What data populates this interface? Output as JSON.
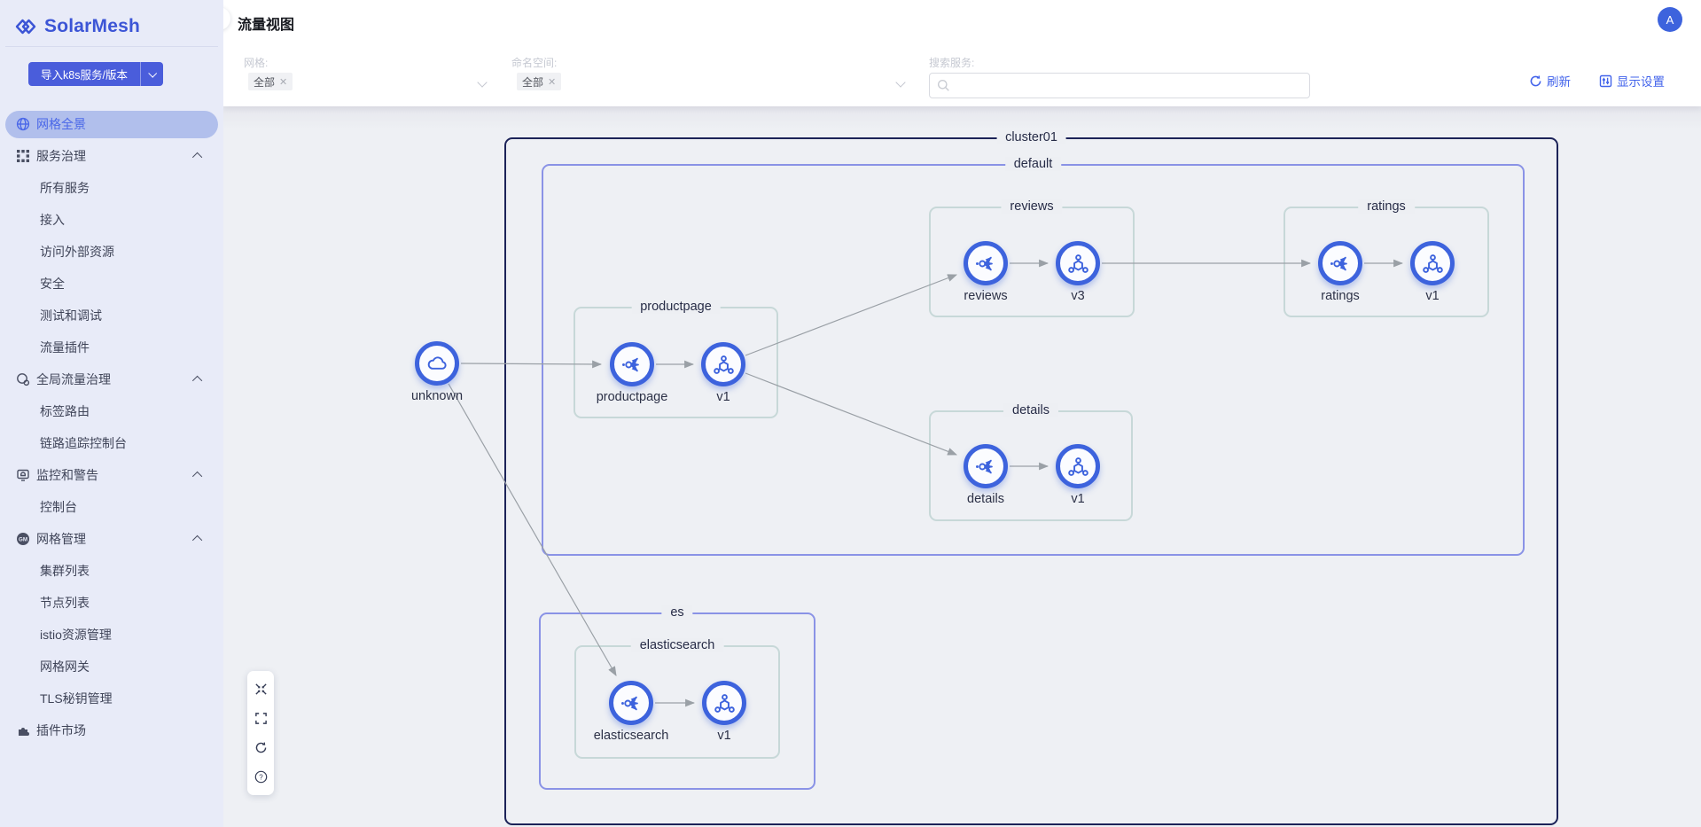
{
  "app": {
    "name": "SolarMesh"
  },
  "header": {
    "title": "流量视图",
    "avatar_initial": "A"
  },
  "sidebar": {
    "import_button": "导入k8s服务/版本",
    "items": [
      {
        "label": "网格全景",
        "icon": "globe-icon",
        "active": true
      },
      {
        "label": "服务治理",
        "icon": "service-governance-icon",
        "group": true,
        "expanded": true
      },
      {
        "label": "所有服务"
      },
      {
        "label": "接入"
      },
      {
        "label": "访问外部资源"
      },
      {
        "label": "安全"
      },
      {
        "label": "测试和调试"
      },
      {
        "label": "流量插件"
      },
      {
        "label": "全局流量治理",
        "icon": "global-traffic-icon",
        "group": true,
        "expanded": true
      },
      {
        "label": "标签路由"
      },
      {
        "label": "链路追踪控制台"
      },
      {
        "label": "监控和警告",
        "icon": "monitor-alert-icon",
        "group": true,
        "expanded": true
      },
      {
        "label": "控制台"
      },
      {
        "label": "网格管理",
        "icon": "mesh-management-icon",
        "group": true,
        "expanded": true
      },
      {
        "label": "集群列表"
      },
      {
        "label": "节点列表"
      },
      {
        "label": "istio资源管理"
      },
      {
        "label": "网格网关"
      },
      {
        "label": "TLS秘钥管理"
      },
      {
        "label": "插件市场",
        "icon": "plugin-market-icon"
      }
    ]
  },
  "filters": {
    "mesh_label": "网格:",
    "mesh_selected": "全部",
    "namespace_label": "命名空间:",
    "namespace_selected": "全部",
    "search_label": "搜索服务:",
    "search_value": "",
    "refresh_label": "刷新",
    "display_settings_label": "显示设置"
  },
  "topology": {
    "cluster": {
      "label": "cluster01"
    },
    "namespaces": [
      {
        "label": "default"
      },
      {
        "label": "es"
      }
    ],
    "groups": [
      {
        "label": "productpage"
      },
      {
        "label": "reviews"
      },
      {
        "label": "ratings"
      },
      {
        "label": "details"
      },
      {
        "label": "elasticsearch"
      }
    ],
    "nodes": [
      {
        "label": "unknown",
        "type": "external"
      },
      {
        "label": "productpage",
        "type": "service"
      },
      {
        "label": "v1",
        "type": "workload"
      },
      {
        "label": "reviews",
        "type": "service"
      },
      {
        "label": "v3",
        "type": "workload"
      },
      {
        "label": "ratings",
        "type": "service"
      },
      {
        "label": "v1",
        "type": "workload"
      },
      {
        "label": "details",
        "type": "service"
      },
      {
        "label": "v1",
        "type": "workload"
      },
      {
        "label": "elasticsearch",
        "type": "service"
      },
      {
        "label": "v1",
        "type": "workload"
      }
    ],
    "edges": [
      {
        "from": "unknown",
        "to": "productpage"
      },
      {
        "from": "productpage",
        "to": "productpage/v1"
      },
      {
        "from": "productpage/v1",
        "to": "reviews"
      },
      {
        "from": "productpage/v1",
        "to": "details"
      },
      {
        "from": "unknown",
        "to": "elasticsearch"
      },
      {
        "from": "reviews",
        "to": "reviews/v3"
      },
      {
        "from": "reviews/v3",
        "to": "ratings"
      },
      {
        "from": "ratings",
        "to": "ratings/v1"
      },
      {
        "from": "details",
        "to": "details/v1"
      },
      {
        "from": "elasticsearch",
        "to": "elasticsearch/v1"
      }
    ]
  },
  "colors": {
    "accent": "#4263eb",
    "node_ring": "#3d63dd",
    "edge": "#9aa0a6",
    "cluster_border": "#1c2358",
    "namespace_border": "#8a93e6",
    "group_border": "#c7d8d8"
  }
}
